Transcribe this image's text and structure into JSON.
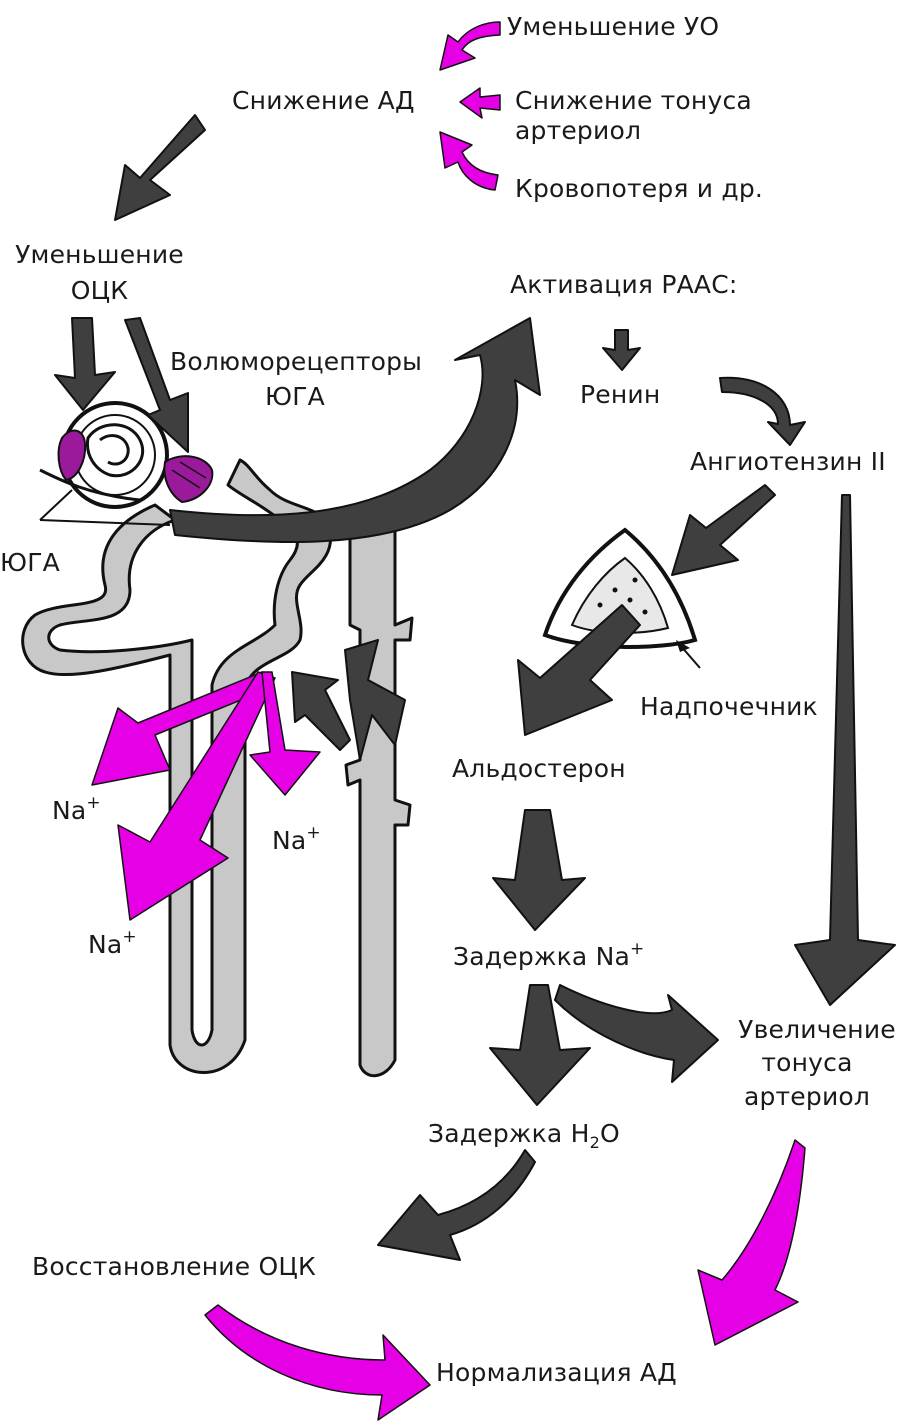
{
  "colors": {
    "dark_arrow": "#3f3f3f",
    "magenta_arrow": "#e600e6",
    "tubule_fill": "#c8c8c8",
    "outline": "#111111",
    "background": "#ffffff"
  },
  "labels": {
    "decrease_uo": "Уменьшение УО",
    "bp_drop": "Снижение АД",
    "arteriole_tone_drop_1": "Снижение тонуса",
    "arteriole_tone_drop_2": "артериол",
    "blood_loss": "Кровопотеря и др.",
    "bcv_decrease_1": "Уменьшение",
    "bcv_decrease_2": "ОЦК",
    "raas_activation": "Активация РААС:",
    "volume_receptors_1": "Волюморецепторы",
    "volume_receptors_2": "ЮГА",
    "renin": "Ренин",
    "angiotensin": "Ангиотензин II",
    "jga": "ЮГА",
    "adrenal": "Надпочечник",
    "aldosterone": "Альдостерон",
    "na_1": "Na",
    "na_2": "Na",
    "na_3": "Na",
    "na_sup": "+",
    "na_retention": "Задержка Na",
    "na_retention_sup": "+",
    "tone_increase_1": "Увеличение",
    "tone_increase_2": "тонуса",
    "tone_increase_3": "артериол",
    "h2o_retention_prefix": "Задержка H",
    "h2o_retention_sub": "2",
    "h2o_retention_suffix": "O",
    "bcv_restore": "Восстановление ОЦК",
    "bp_normalization": "Нормализация АД"
  }
}
